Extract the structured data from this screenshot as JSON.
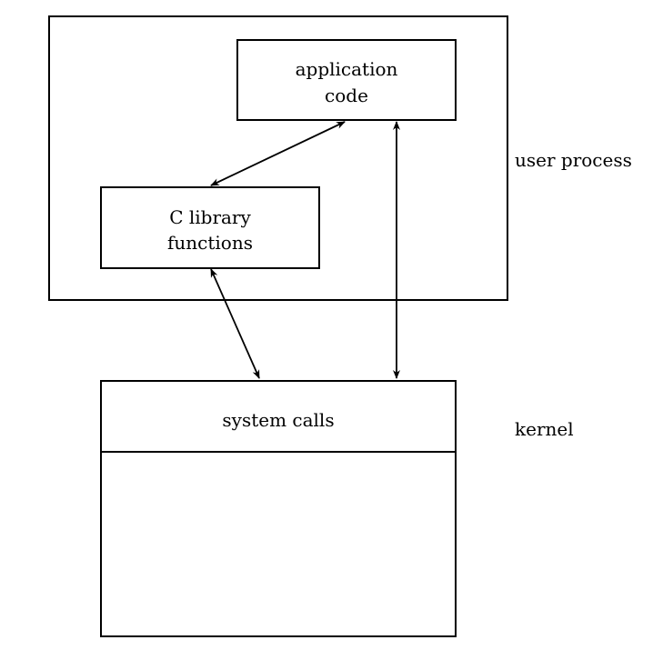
{
  "user_process": {
    "label": "user process",
    "application_code": {
      "line1": "application",
      "line2": "code"
    },
    "c_library": {
      "line1": "C library",
      "line2": "functions"
    }
  },
  "kernel": {
    "label": "kernel",
    "system_calls": "system calls"
  },
  "colors": {
    "line": "#000000",
    "background": "#ffffff"
  }
}
